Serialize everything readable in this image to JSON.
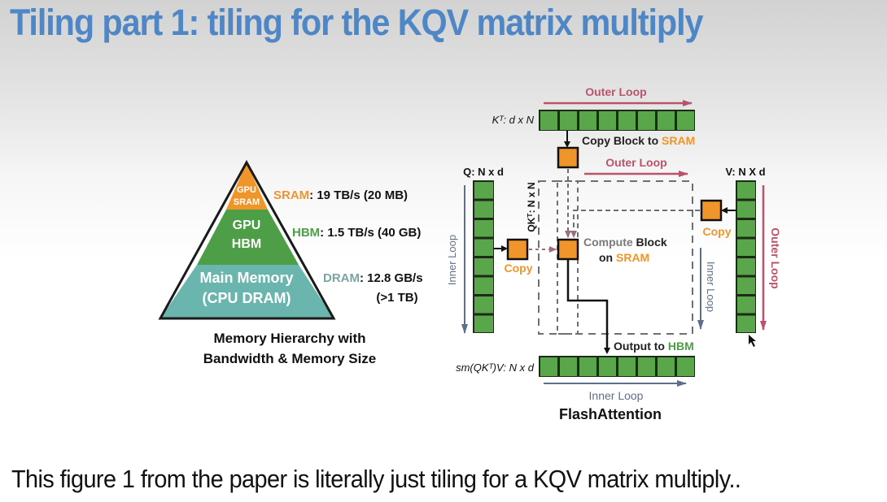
{
  "slide": {
    "title": "Tiling part 1: tiling for the KQV matrix multiply",
    "caption": "This figure 1 from the paper is literally just tiling for a KQV matrix multiply.."
  },
  "colors": {
    "title_blue": "#4f87c6",
    "sram_orange": "#f0952a",
    "hbm_green": "#4e9e48",
    "dram_teal": "#6ab6ae",
    "block_green": "#5aa64a",
    "loop_red": "#b9546b",
    "loop_blue": "#5e6f8a",
    "dash_gray": "#6f6f6f"
  },
  "pyramid": {
    "levels": [
      {
        "name_line1": "GPU",
        "name_line2": "SRAM",
        "label_key": "SRAM",
        "label_rest": ": 19 TB/s (20 MB)",
        "label_rest2": ""
      },
      {
        "name_line1": "GPU",
        "name_line2": "HBM",
        "label_key": "HBM",
        "label_rest": ": 1.5 TB/s (40 GB)",
        "label_rest2": ""
      },
      {
        "name_line1": "Main Memory",
        "name_line2": "(CPU DRAM)",
        "label_key": "DRAM",
        "label_rest": ": 12.8 GB/s",
        "label_rest2": "(>1 TB)"
      }
    ],
    "caption_line1": "Memory Hierarchy with",
    "caption_line2": "Bandwidth & Memory Size"
  },
  "flash": {
    "kt_label": "Kᵀ: d x N",
    "q_label": "Q: N x d",
    "v_label": "V: N X d",
    "out_label": "sm(QKᵀ)V: N x d",
    "qkt_label": "QKᵀ: N x N",
    "outer_loop_top": "Outer Loop",
    "outer_loop_mid": "Outer Loop",
    "outer_loop_right": "Outer Loop",
    "inner_loop_left": "Inner Loop",
    "inner_loop_right": "Inner Loop",
    "inner_loop_bottom": "Inner Loop",
    "copy_block_prefix": "Copy Block to ",
    "copy_block_sram": "SRAM",
    "copy_left": "Copy",
    "copy_right": "Copy",
    "compute_word": "Compute",
    "block_word": " Block",
    "on_word": "on ",
    "on_sram": "SRAM",
    "output_prefix": "Output to ",
    "output_hbm": "HBM",
    "name": "FlashAttention",
    "kt_blocks": 8,
    "q_blocks": 8,
    "v_blocks": 8,
    "out_blocks": 8
  }
}
